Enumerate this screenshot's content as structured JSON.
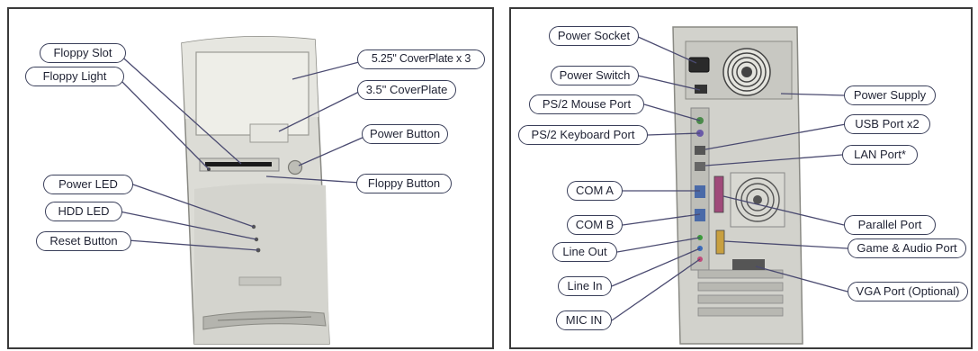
{
  "front_panel": {
    "labels": {
      "floppy_slot": "Floppy Slot",
      "floppy_light": "Floppy Light",
      "power_led": "Power LED",
      "hdd_led": "HDD LED",
      "reset_button": "Reset Button",
      "coverplate_525": "5.25\" CoverPlate x 3",
      "coverplate_35": "3.5\" CoverPlate",
      "power_button": "Power Button",
      "floppy_button": "Floppy Button"
    }
  },
  "rear_panel": {
    "labels": {
      "power_socket": "Power Socket",
      "power_switch": "Power Switch",
      "ps2_mouse_port": "PS/2 Mouse Port",
      "ps2_keyboard_port": "PS/2 Keyboard Port",
      "com_a": "COM A",
      "com_b": "COM B",
      "line_out": "Line Out",
      "line_in": "Line In",
      "mic_in": "MIC IN",
      "power_supply": "Power Supply",
      "usb_port_x2": "USB Port x2",
      "lan_port": "LAN Port*",
      "parallel_port": "Parallel Port",
      "game_audio_port": "Game & Audio Port",
      "vga_port_optional": "VGA Port (Optional)"
    }
  },
  "colors": {
    "border": "#3a3a3a",
    "label_border": "#3a3f5a",
    "leader_line": "#4a4a70",
    "case_front": "#dcdcd6",
    "case_rear": "#d2d2cc"
  }
}
